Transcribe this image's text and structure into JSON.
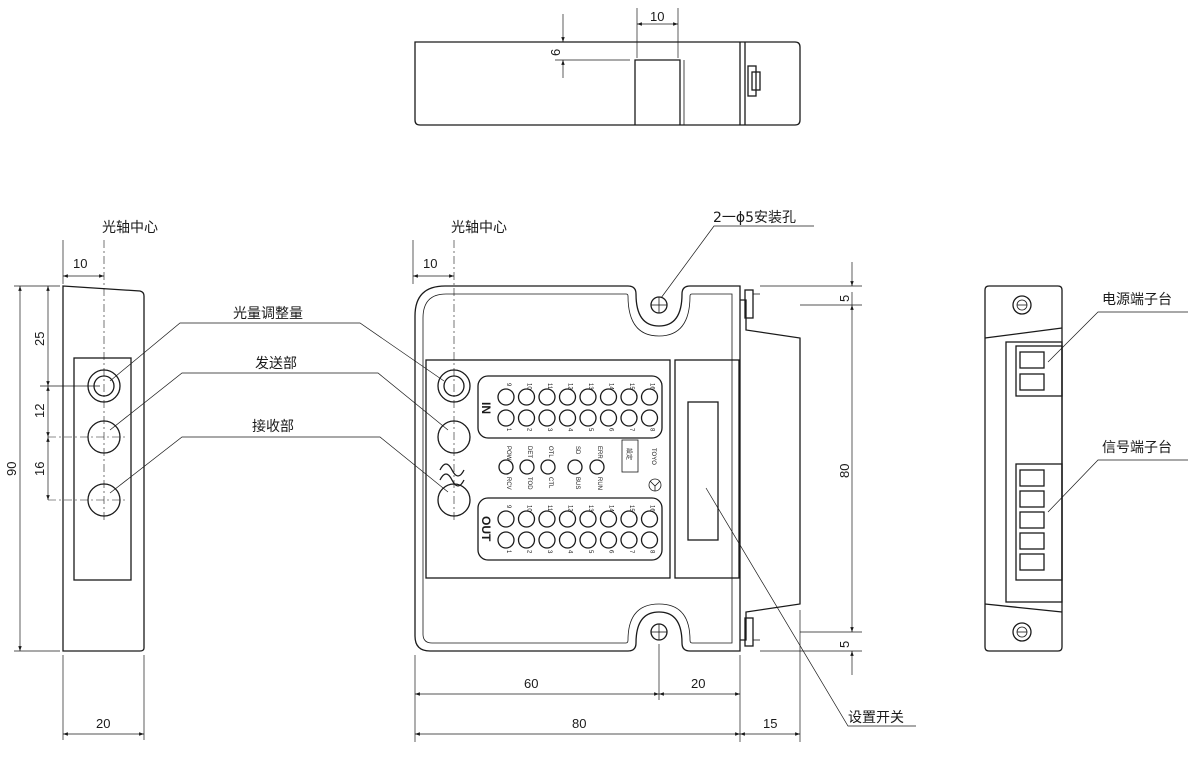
{
  "views": {
    "top": {
      "dims": {
        "slot_width": "10",
        "slot_depth": "6"
      }
    },
    "left": {
      "axis_label": "光轴中心",
      "dims": {
        "axis_offset": "10",
        "spacing_1": "25",
        "spacing_2": "12",
        "spacing_3": "16",
        "height": "90",
        "width": "20"
      }
    },
    "front": {
      "axis_label": "光轴中心",
      "hole_label": "2一ϕ5安装孔",
      "in_label": "IN",
      "out_label": "OUT",
      "dims": {
        "axis_offset": "10",
        "width_60": "60",
        "width_20": "20",
        "width_80": "80",
        "width_15": "15",
        "height_80": "80",
        "margin_top": "5",
        "margin_bottom": "5"
      },
      "in_top_numbers": [
        "9",
        "10",
        "11",
        "12",
        "13",
        "14",
        "15",
        "16"
      ],
      "in_bottom_numbers": [
        "1",
        "2",
        "3",
        "4",
        "5",
        "6",
        "7",
        "8"
      ],
      "out_top_numbers": [
        "9",
        "10",
        "11",
        "12",
        "13",
        "14",
        "15",
        "16"
      ],
      "out_bottom_numbers": [
        "1",
        "2",
        "3",
        "4",
        "5",
        "6",
        "7",
        "8"
      ],
      "status_top": [
        "POW",
        "DET",
        "OTL",
        "SD",
        "ERR"
      ],
      "status_bottom": [
        "RCV",
        "TOD",
        "CTL",
        "BUS",
        "RUN"
      ],
      "brand_mark": "TOYO",
      "setting_mark": "設定"
    },
    "right": {}
  },
  "callouts": {
    "light_adjust": "光量调整量",
    "transmitter": "发送部",
    "receiver": "接收部",
    "setting_switch": "设置开关",
    "power_terminal": "电源端子台",
    "signal_terminal": "信号端子台"
  }
}
